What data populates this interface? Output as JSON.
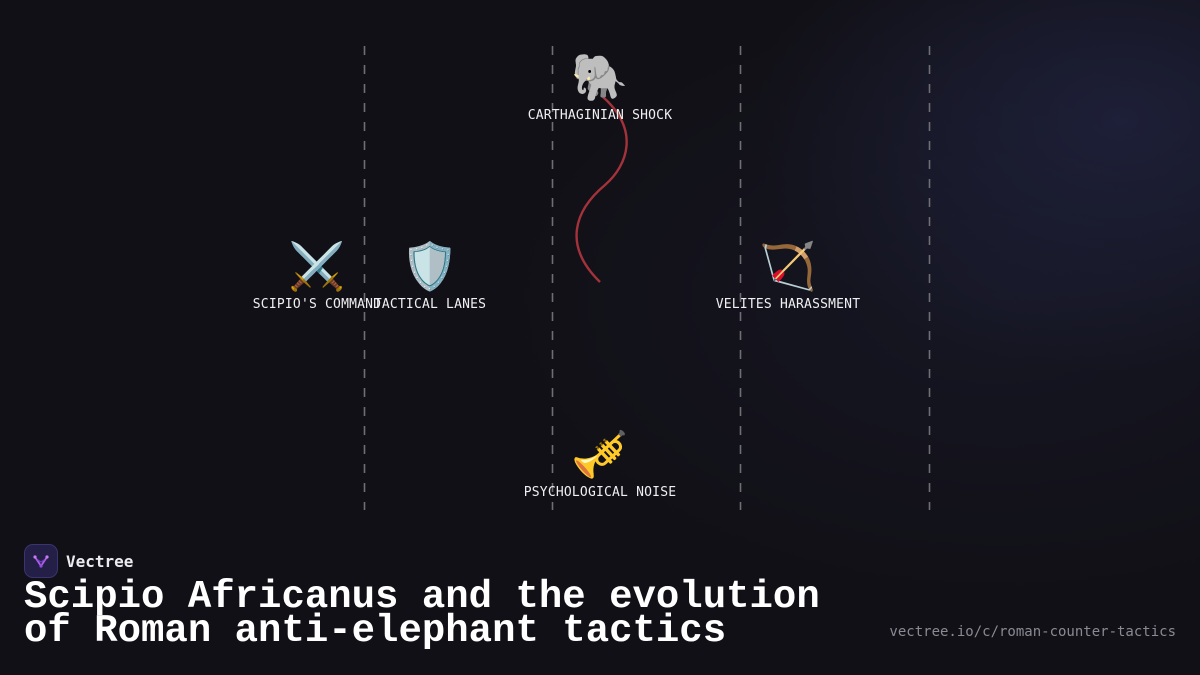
{
  "nodes": [
    {
      "id": "carthaginian-shock",
      "emoji": "🐘",
      "label": "CARTHAGINIAN SHOCK"
    },
    {
      "id": "scipios-command",
      "emoji": "⚔️",
      "label": "SCIPIO'S COMMAND"
    },
    {
      "id": "tactical-lanes",
      "emoji": "🛡️",
      "label": "TACTICAL LANES"
    },
    {
      "id": "velites-harassment",
      "emoji": "🏹",
      "label": "VELITES HARASSMENT"
    },
    {
      "id": "psychological-noise",
      "emoji": "🎺",
      "label": "PSYCHOLOGICAL NOISE"
    }
  ],
  "colors": {
    "background": "#111016",
    "lane_line": "#6e6e74",
    "elephant_path": "#a3323a"
  },
  "brand": {
    "name": "Vectree",
    "logo_icon": "vectree-logo-icon"
  },
  "title": "Scipio Africanus and the evolution of Roman anti-elephant tactics",
  "url": "vectree.io/c/roman-counter-tactics"
}
